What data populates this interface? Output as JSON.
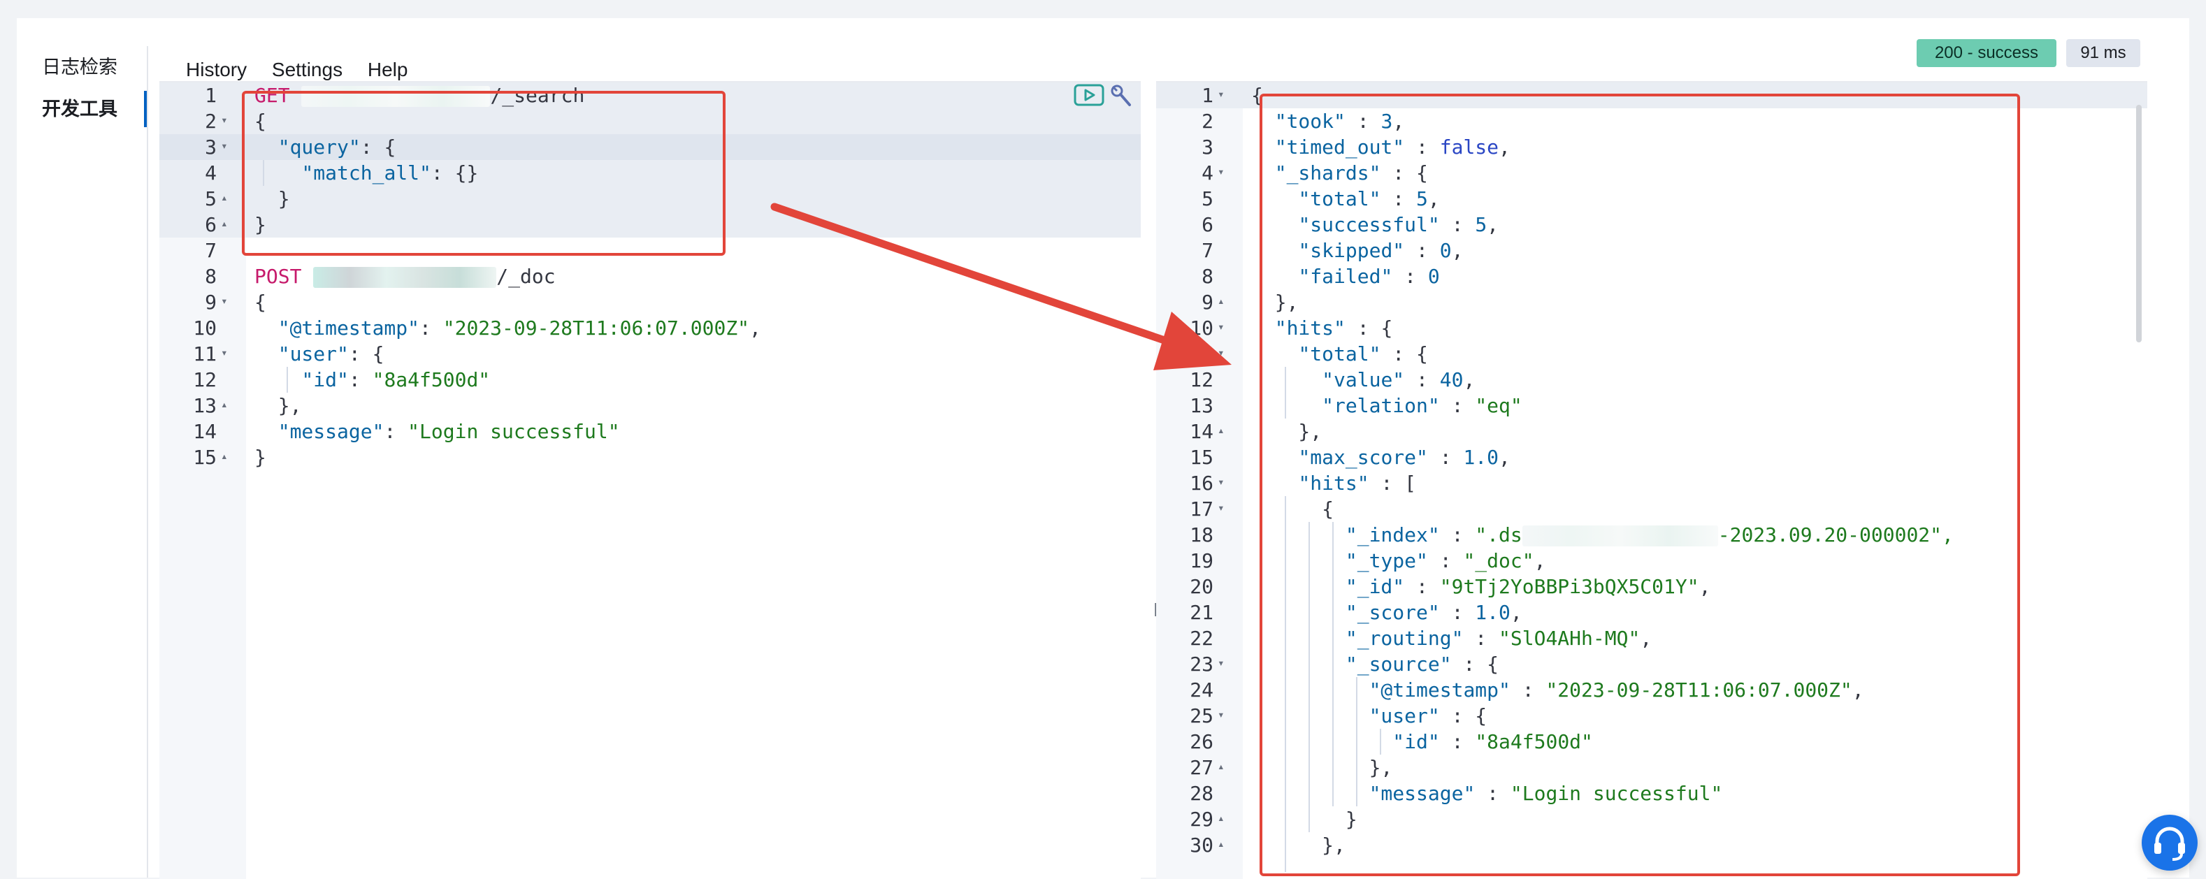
{
  "nav": {
    "items": [
      {
        "label": "日志检索",
        "active": false
      },
      {
        "label": "开发工具",
        "active": true
      }
    ]
  },
  "topmenu": {
    "history": "History",
    "settings": "Settings",
    "help": "Help"
  },
  "status": {
    "badge": "200 - success",
    "time": "91 ms",
    "badge_color": "#6dccb1"
  },
  "request_editor": {
    "icons": [
      "run-icon",
      "wrench-icon"
    ],
    "request1": {
      "method": "GET",
      "path": "/_search"
    },
    "request2": {
      "method": "POST",
      "path": "/_doc"
    },
    "strings": {
      "query": "\"query\"",
      "match_all": "\"match_all\"",
      "timestamp_key": "\"@timestamp\"",
      "timestamp_val": "\"2023-09-28T11:06:07.000Z\"",
      "user": "\"user\"",
      "id": "\"id\"",
      "id_val": "\"8a4f500d\"",
      "message": "\"message\"",
      "message_val": "\"Login successful\""
    }
  },
  "response_editor": {
    "took": "3",
    "timed_out": "false",
    "shards": {
      "total": "5",
      "successful": "5",
      "skipped": "0",
      "failed": "0"
    },
    "hits_total": {
      "value": "40",
      "relation": "\"eq\""
    },
    "max_score": "1.0",
    "hit": {
      "index_prefix": "\".ds",
      "index_suffix": "-2023.09.20-000002\",",
      "type": "\"_doc\"",
      "id": "\"9tTj2YoBBPi3bQX5C01Y\"",
      "score": "1.0",
      "routing": "\"SlO4AHh-MQ\"",
      "timestamp": "\"2023-09-28T11:06:07.000Z\"",
      "user_id": "\"8a4f500d\"",
      "message": "\"Login successful\""
    }
  },
  "annotation_color": "#e2453a"
}
